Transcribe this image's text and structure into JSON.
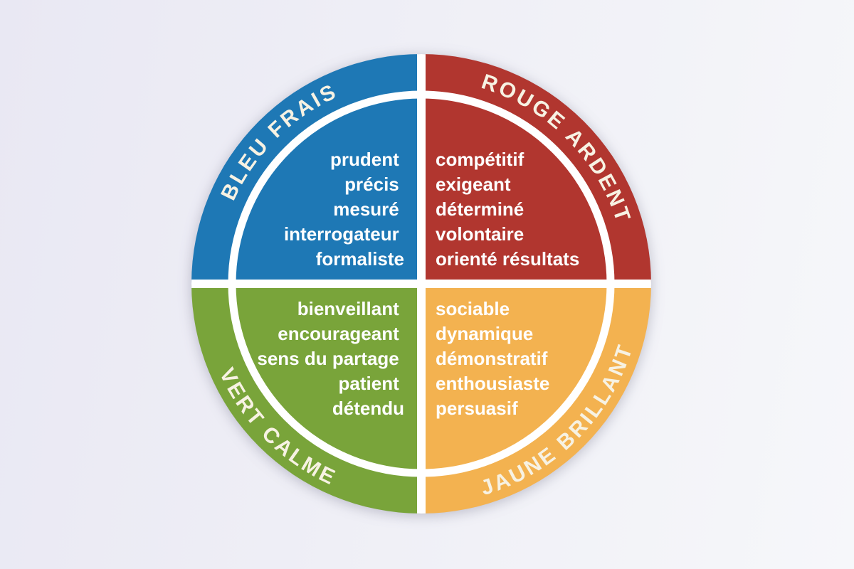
{
  "page": {
    "background_gradient_start": "#e9e8f3",
    "background_gradient_end": "#f6f7fa"
  },
  "wheel": {
    "divider_color": "#ffffff",
    "ring_color": "#ffffff",
    "arc_label_color": "#f7f2e3",
    "trait_color": "#ffffff",
    "quadrants": [
      {
        "id": "bleu-frais",
        "position": "top-left",
        "arc_label": "BLEU FRAIS",
        "color": "#1e78b5",
        "traits": [
          "prudent",
          "précis",
          "mesuré",
          "interrogateur",
          "formaliste"
        ]
      },
      {
        "id": "rouge-ardent",
        "position": "top-right",
        "arc_label": "ROUGE ARDENT",
        "color": "#b1362f",
        "traits": [
          "compétitif",
          "exigeant",
          "déterminé",
          "volontaire",
          "orienté résultats"
        ]
      },
      {
        "id": "vert-calme",
        "position": "bottom-left",
        "arc_label": "VERT CALME",
        "color": "#79a43a",
        "traits": [
          "bienveillant",
          "encourageant",
          "sens du partage",
          "patient",
          "détendu"
        ]
      },
      {
        "id": "jaune-brillant",
        "position": "bottom-right",
        "arc_label": "JAUNE BRILLANT",
        "color": "#f3b250",
        "traits": [
          "sociable",
          "dynamique",
          "démonstratif",
          "enthousiaste",
          "persuasif"
        ]
      }
    ]
  }
}
